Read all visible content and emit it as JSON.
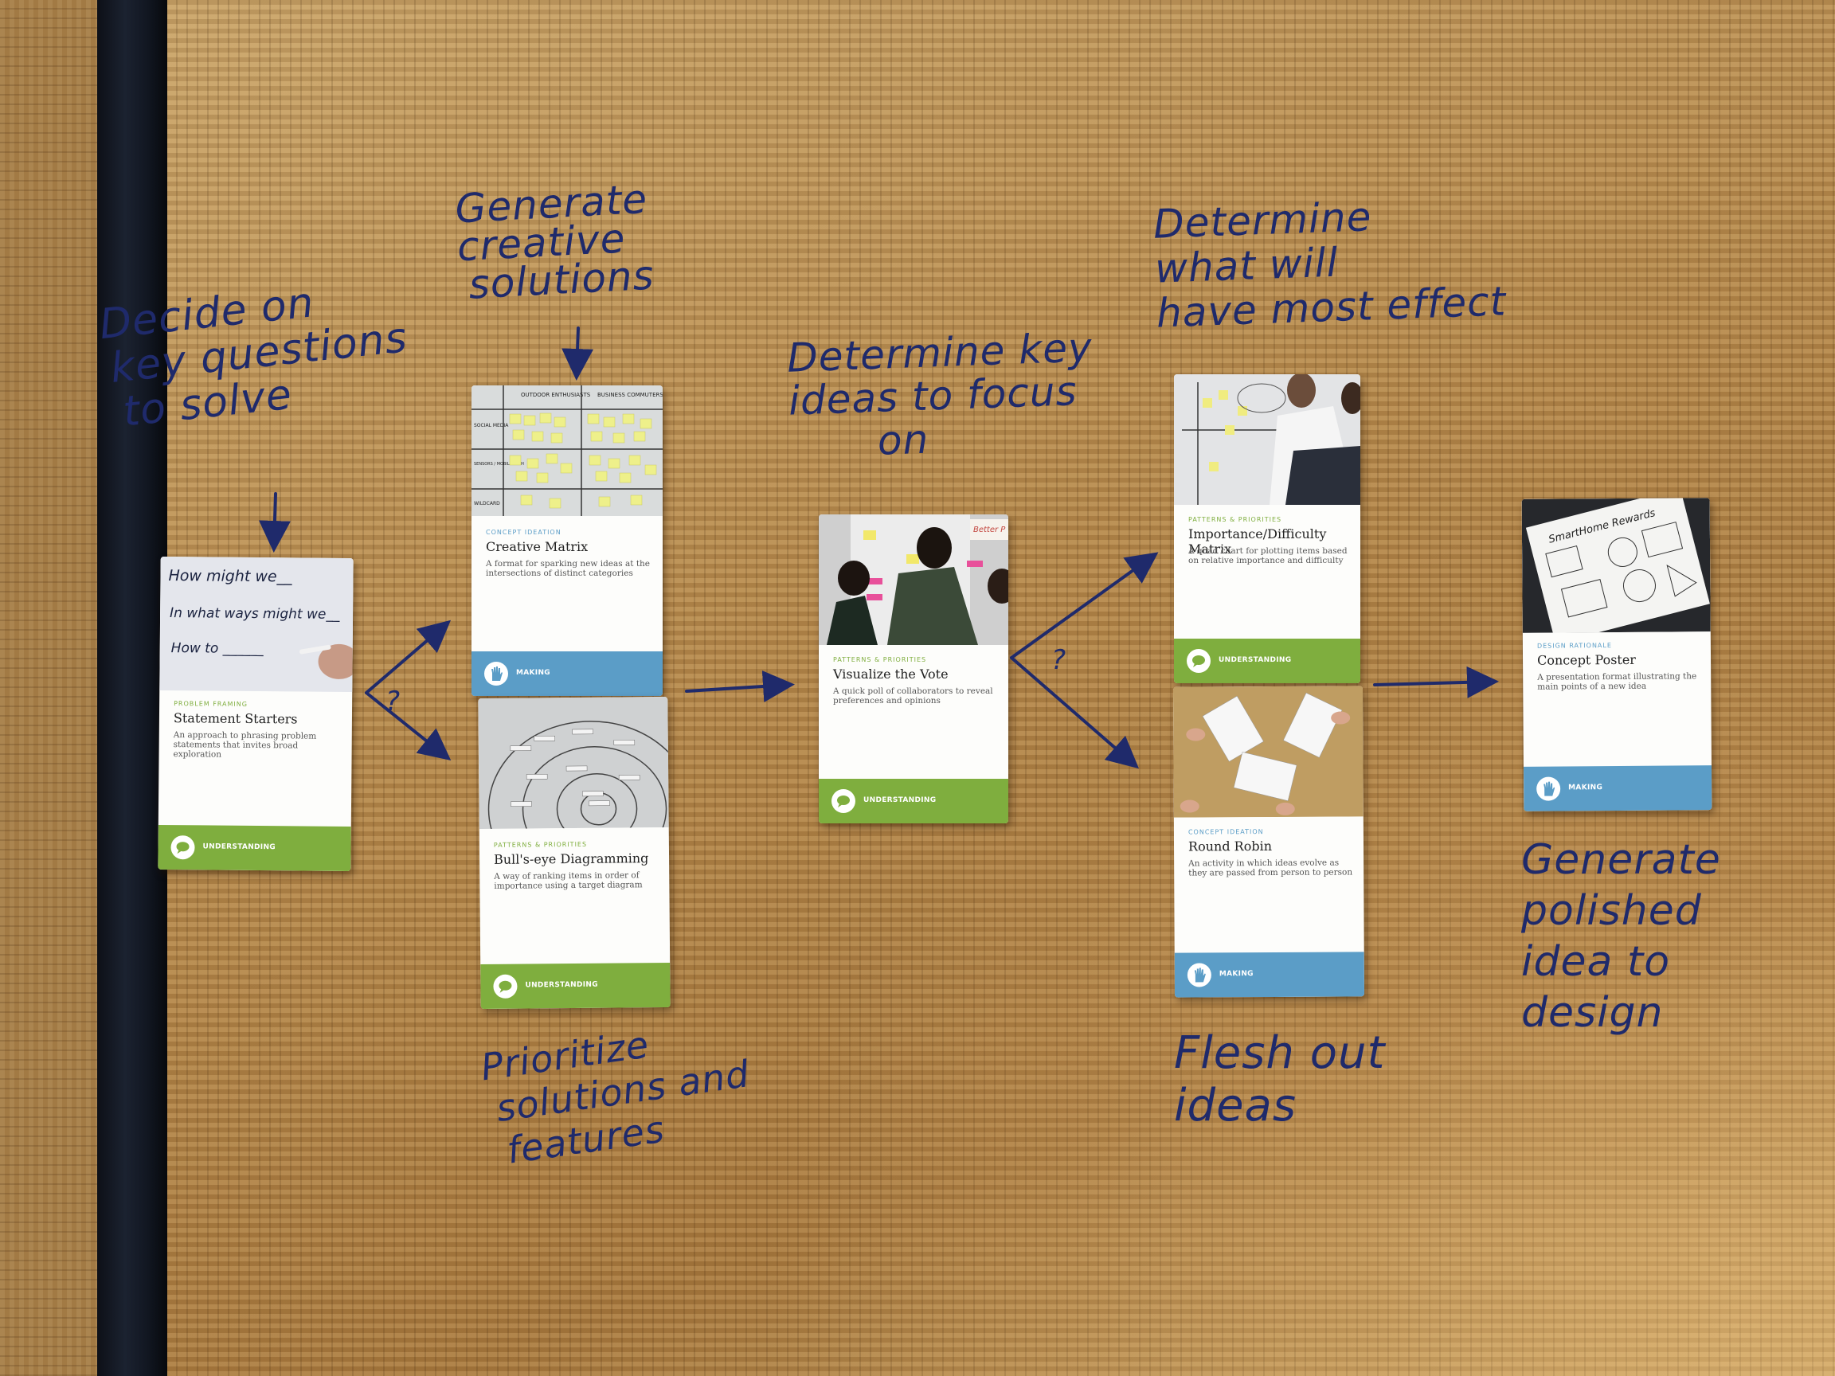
{
  "annotations": {
    "decide": [
      "Decide on",
      "key questions",
      "to solve"
    ],
    "generate_creative": [
      "Generate",
      "creative",
      "solutions"
    ],
    "prioritize": [
      "Prioritize",
      "solutions and",
      "features"
    ],
    "key_ideas": [
      "Determine key",
      "ideas to focus",
      "on"
    ],
    "most_effect": [
      "Determine",
      "what will",
      "have most effect"
    ],
    "flesh_out": [
      "Flesh out",
      "ideas"
    ],
    "polished": [
      "Generate",
      "polished",
      "idea to",
      "design"
    ],
    "question_mark": "?"
  },
  "cards": {
    "statement_starters": {
      "category": "PROBLEM FRAMING",
      "title": "Statement Starters",
      "desc": "An approach to phrasing problem statements that invites broad exploration",
      "band": "UNDERSTANDING",
      "photo_lines": [
        "How might we__",
        "In what ways might we__",
        "How to ______"
      ]
    },
    "creative_matrix": {
      "category": "CONCEPT IDEATION",
      "title": "Creative Matrix",
      "desc": "A format for sparking new ideas at the intersections of distinct categories",
      "band": "MAKING",
      "photo_labels": [
        "OUTDOOR ENTHUSIASTS",
        "BUSINESS COMMUTERS",
        "SOCIAL MEDIA",
        "SENSORS / MOBILE TECH",
        "WILDCARD"
      ]
    },
    "bullseye": {
      "category": "PATTERNS & PRIORITIES",
      "title": "Bull's-eye Diagramming",
      "desc": "A way of ranking items in order of importance using a target diagram",
      "band": "UNDERSTANDING"
    },
    "visualize_vote": {
      "category": "PATTERNS & PRIORITIES",
      "title": "Visualize the Vote",
      "desc": "A quick poll of collaborators to reveal preferences and opinions",
      "band": "UNDERSTANDING",
      "photo_label": "Better P"
    },
    "importance_difficulty": {
      "category": "PATTERNS & PRIORITIES",
      "title": "Importance/Difficulty Matrix",
      "desc": "A quad chart for plotting items based on relative importance and difficulty",
      "band": "UNDERSTANDING"
    },
    "round_robin": {
      "category": "CONCEPT IDEATION",
      "title": "Round Robin",
      "desc": "An activity in which ideas evolve as they are passed from person to person",
      "band": "MAKING"
    },
    "concept_poster": {
      "category": "DESIGN RATIONALE",
      "title": "Concept Poster",
      "desc": "A presentation format illustrating the main points of a new idea",
      "band": "MAKING",
      "photo_label": "SmartHome Rewards"
    }
  },
  "colors": {
    "understanding": "#7fae3e",
    "making": "#5b9dc7",
    "ink": "#1f2a6b"
  },
  "icons": {
    "understanding": "speech-bubble-icon",
    "making": "hand-icon"
  }
}
